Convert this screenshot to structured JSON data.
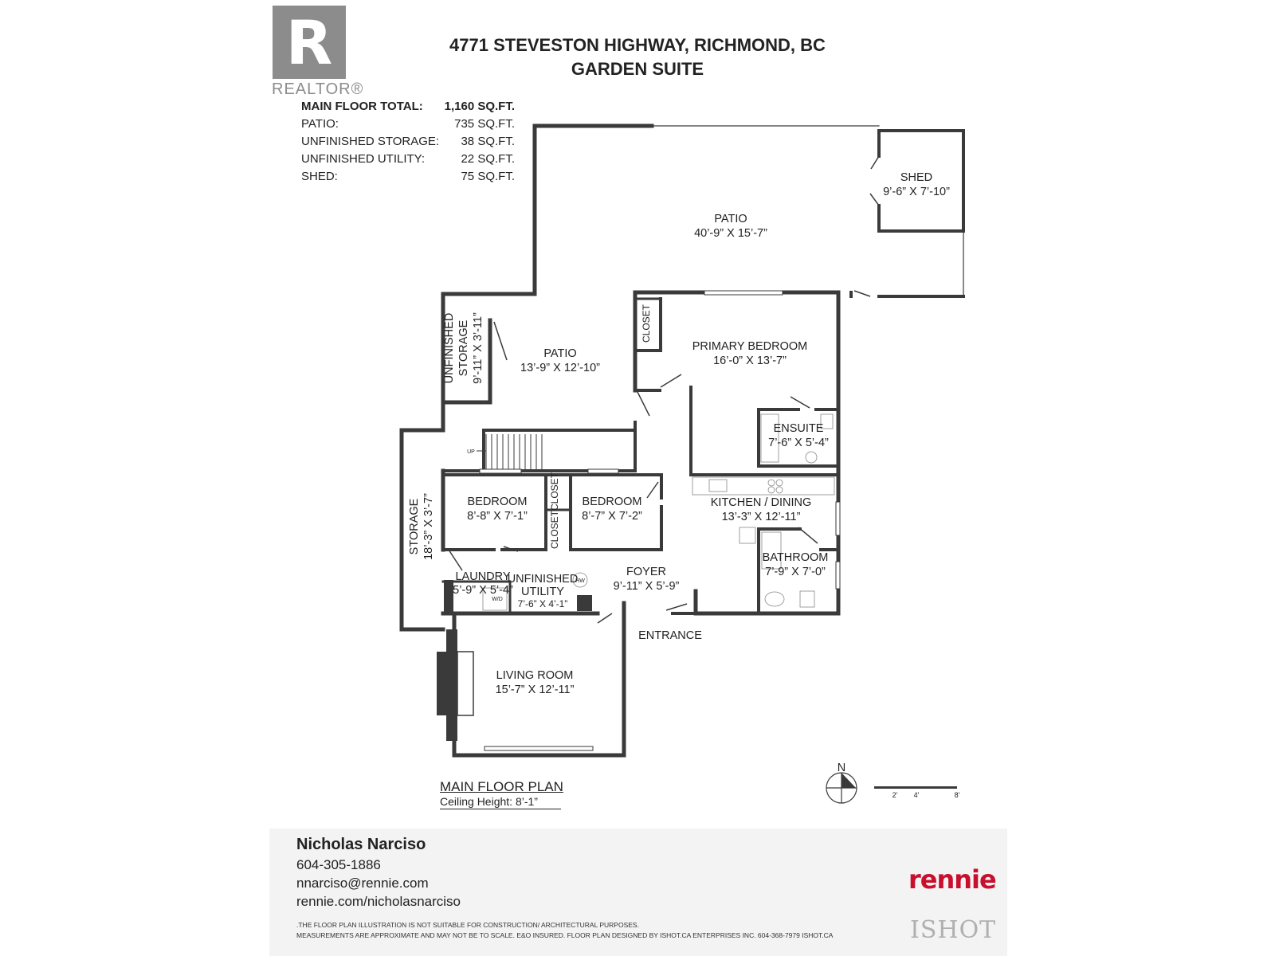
{
  "header": {
    "logo_text": "REALTOR®",
    "title_line1": "4771 STEVESTON HIGHWAY, RICHMOND, BC",
    "title_line2": "GARDEN SUITE"
  },
  "stats": [
    {
      "label": "MAIN FLOOR TOTAL:",
      "value": "1,160 SQ.FT."
    },
    {
      "label": "PATIO:",
      "value": "735 SQ.FT."
    },
    {
      "label": "UNFINISHED STORAGE:",
      "value": "38 SQ.FT."
    },
    {
      "label": "UNFINISHED UTILITY:",
      "value": "22 SQ.FT."
    },
    {
      "label": "SHED:",
      "value": "75 SQ.FT."
    }
  ],
  "rooms": {
    "shed": {
      "name": "SHED",
      "dims": "9’-6” X 7’-10”"
    },
    "patio_large": {
      "name": "PATIO",
      "dims": "40’-9” X 15’-7”"
    },
    "unfinished_storage": {
      "name1": "UNFINISHED",
      "name2": "STORAGE",
      "dims": "9’-11” X 3’-11”"
    },
    "patio_small": {
      "name": "PATIO",
      "dims": "13’-9” X 12’-10”"
    },
    "closet_primary": {
      "name": "CLOSET"
    },
    "primary_bedroom": {
      "name": "PRIMARY BEDROOM",
      "dims": "16’-0” X 13’-7”"
    },
    "ensuite": {
      "name": "ENSUITE",
      "dims": "7’-6” X 5’-4”"
    },
    "storage": {
      "name": "STORAGE",
      "dims": "18’-3” X 3’-7”"
    },
    "bedroom1": {
      "name": "BEDROOM",
      "dims": "8’-8” X 7’-1”"
    },
    "closet1": {
      "name": "CLOSET"
    },
    "closet2": {
      "name": "CLOSET"
    },
    "bedroom2": {
      "name": "BEDROOM",
      "dims": "8’-7” X 7’-2”"
    },
    "kitchen": {
      "name": "KITCHEN / DINING",
      "dims": "13’-3” X 12’-11”"
    },
    "bathroom": {
      "name": "BATHROOM",
      "dims": "7’-9” X 7’-0”"
    },
    "laundry": {
      "name": "LAUNDRY",
      "dims": "5’-9” X 5’-4”"
    },
    "utility": {
      "name1": "UNFINISHED",
      "name2": "UTILITY",
      "dims": "7’-6” X 4’-1”"
    },
    "foyer": {
      "name": "FOYER",
      "dims": "9’-11” X 5’-9”"
    },
    "entrance": {
      "name": "ENTRANCE"
    },
    "living": {
      "name": "LIVING ROOM",
      "dims": "15’-7” X 12’-11”"
    },
    "up": "UP",
    "hw": "HW",
    "wd": "W/D"
  },
  "plan": {
    "title": "MAIN FLOOR PLAN",
    "ceiling": "Ceiling Height: 8’-1”",
    "north": "N",
    "scale_labels": [
      "2'",
      "4'",
      "8'"
    ]
  },
  "footer": {
    "name": "Nicholas Narciso",
    "phone": "604-305-1886",
    "email": "nnarciso@rennie.com",
    "website": "rennie.com/nicholasnarciso",
    "brand": "rennie",
    "disclaimer1": ".THE FLOOR PLAN ILLUSTRATION IS NOT SUITABLE FOR CONSTRUCTION/ ARCHITECTURAL PURPOSES.",
    "disclaimer2": "MEASUREMENTS ARE APPROXIMATE AND MAY NOT BE TO SCALE. E&O INSURED. FLOOR PLAN DESIGNED BY ISHOT.CA ENTERPRISES INC. 604-368-7979 ISHOT.CA",
    "ishot": "ISHOT"
  },
  "colors": {
    "wall": "#3a3a3a",
    "brand": "#c8102e",
    "logo": "#8c8c8c"
  }
}
